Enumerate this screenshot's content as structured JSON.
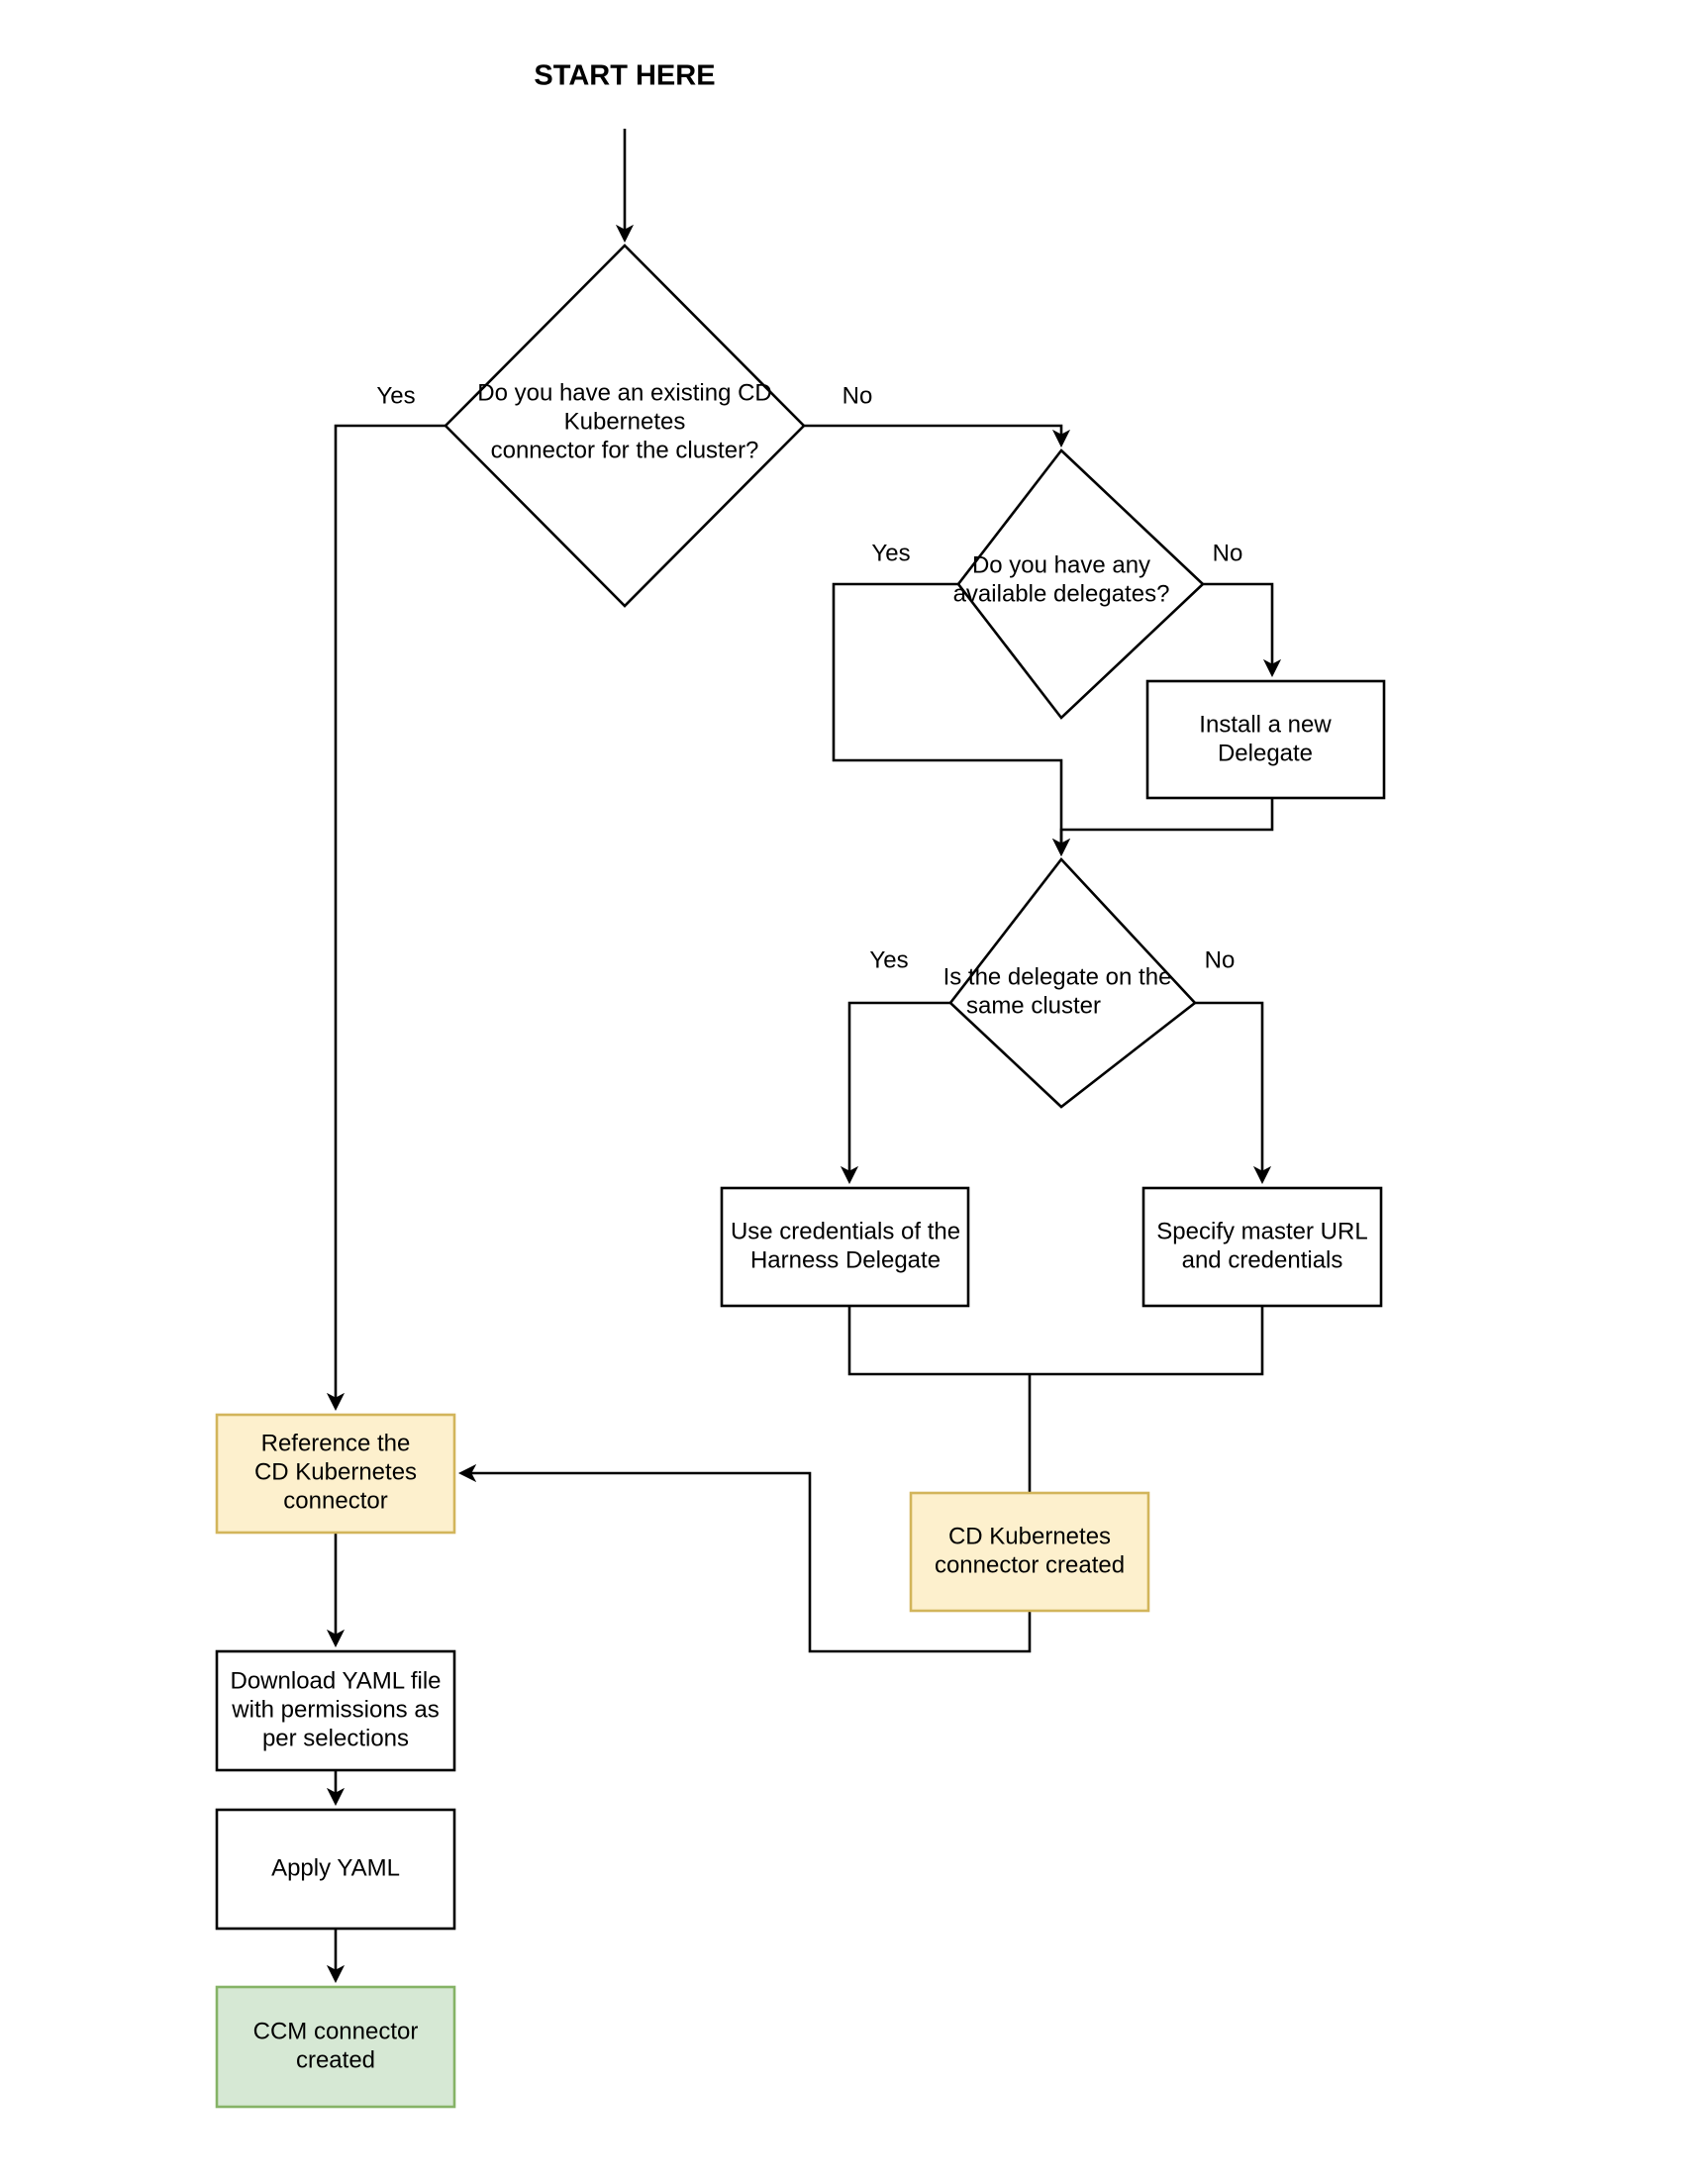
{
  "diagram": {
    "title_label": "START HERE",
    "colors": {
      "stroke": "#000000",
      "white_fill": "#ffffff",
      "yellow_fill": "#fdf0cd",
      "yellow_stroke": "#d2b55b",
      "green_fill": "#d6e8d4",
      "green_stroke": "#85b366"
    },
    "nodes": [
      {
        "id": "decision-existing-connector",
        "shape": "diamond",
        "text": "Do you have an existing CD Kubernetes connector for the cluster?",
        "lines": [
          "Do you have an existing CD",
          "Kubernetes",
          "connector for the cluster?"
        ]
      },
      {
        "id": "decision-available-delegates",
        "shape": "diamond",
        "text": "Do you have any available delegates?",
        "lines": [
          "Do you have any",
          "available delegates?"
        ]
      },
      {
        "id": "process-install-delegate",
        "shape": "rect",
        "text": "Install a new Delegate",
        "lines": [
          "Install a new",
          "Delegate"
        ]
      },
      {
        "id": "decision-same-cluster",
        "shape": "diamond",
        "text": "Is the delegate on the same cluster",
        "lines": [
          "Is the delegate on the",
          "same cluster"
        ]
      },
      {
        "id": "process-use-delegate-credentials",
        "shape": "rect",
        "text": "Use credentials of the Harness Delegate",
        "lines": [
          "Use credentials of the",
          "Harness Delegate"
        ]
      },
      {
        "id": "process-specify-master-url",
        "shape": "rect",
        "text": "Specify master URL and credentials",
        "lines": [
          "Specify master URL",
          "and credentials"
        ]
      },
      {
        "id": "state-cd-connector-created",
        "shape": "rect-yellow",
        "text": "CD Kubernetes connector created",
        "lines": [
          "CD Kubernetes",
          "connector created"
        ]
      },
      {
        "id": "process-reference-connector",
        "shape": "rect-yellow",
        "text": "Reference the CD Kubernetes connector",
        "lines": [
          "Reference the",
          "CD Kubernetes",
          "connector"
        ]
      },
      {
        "id": "process-download-yaml",
        "shape": "rect",
        "text": "Download YAML file with permissions as per selections",
        "lines": [
          "Download YAML file",
          "with permissions as",
          "per selections"
        ]
      },
      {
        "id": "process-apply-yaml",
        "shape": "rect",
        "text": "Apply YAML",
        "lines": [
          "Apply YAML"
        ]
      },
      {
        "id": "state-ccm-connector-created",
        "shape": "rect-green",
        "text": "CCM connector created",
        "lines": [
          "CCM connector",
          "created"
        ]
      }
    ],
    "edge_labels": {
      "d1_yes": "Yes",
      "d1_no": "No",
      "d2_yes": "Yes",
      "d2_no": "No",
      "d3_yes": "Yes",
      "d3_no": "No"
    }
  }
}
